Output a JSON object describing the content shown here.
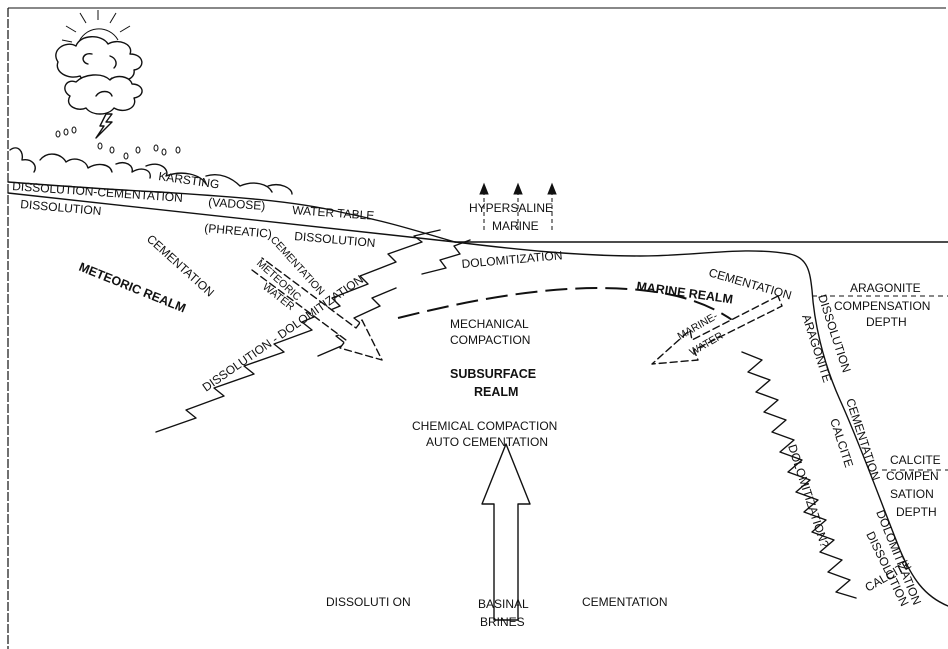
{
  "labels": {
    "dissolution_cementation": "DISSOLUTION-CEMENTATION",
    "vadose": "(VADOSE)",
    "water_table": "WATER TABLE",
    "karsting": "KARSTING",
    "dissolution_upper_left": "DISSOLUTION",
    "phreatic": "(PHREATIC)",
    "dissolution_phreatic": "DISSOLUTION",
    "cementation_left": "CEMENTATION",
    "meteoric_realm": "METEORIC REALM",
    "cementation_mid": "CEMENTATION",
    "meteoric": "METEORIC",
    "water_left": "WATER",
    "dissolution_dolomitization": "DISSOLUTION - DOLOMITIZATION",
    "hypersaline": "HYPERSALINE",
    "marine": "MARINE",
    "dolomitization_top": "DOLOMITIZATION",
    "mechanical": "MECHANICAL",
    "compaction": "COMPACTION",
    "subsurface": "SUBSURFACE",
    "realm": "REALM",
    "chemical_compaction": "CHEMICAL COMPACTION",
    "auto_cementation": "AUTO CEMENTATION",
    "marine_realm": "MARINE REALM",
    "marine_water_1": "MARINE-",
    "marine_water_2": "WATER",
    "cementation_right": "CEMENTATION",
    "aragonite_ccd": "ARAGONITE",
    "compensation": "COMPENSATION",
    "depth_1": "DEPTH",
    "dissolution_slope": "DISSOLUTION",
    "aragonite_slope": "ARAGONITE",
    "cementation_slope": "CEMENTATION",
    "calcite_slope": "CALCITE",
    "dolomitization_q": "DOLOMITIZATION?",
    "dolomitization_slope": "DOLOMITIZATION",
    "dissolution_slope_2": "DISSOLUTION",
    "calcite_slope_2": "CALCITE",
    "calcite_ccd": "CALCITE",
    "compen": "COMPEN",
    "sation": "SATION",
    "depth_2": "DEPTH",
    "dissolution_bottom": "DISSOLUTI ON",
    "basinal": "BASINAL",
    "brines": "BRINES",
    "cementation_bottom": "CEMENTATION"
  },
  "icons": {
    "sun": "sun-icon",
    "cloud": "cloud-icon",
    "lightning": "lightning-icon",
    "rain": "rain-icon",
    "arrow": "up-arrow-icon"
  },
  "colors": {
    "ink": "#111111",
    "background": "#ffffff"
  }
}
